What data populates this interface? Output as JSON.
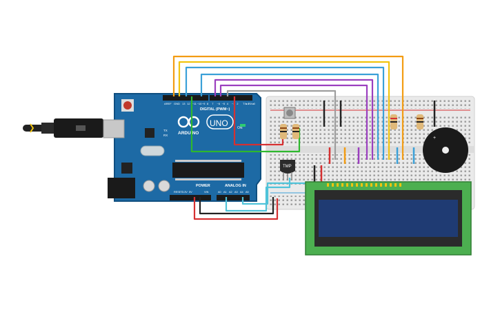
{
  "arduino": {
    "brand": "ARDUINO",
    "model": "UNO",
    "digital_label": "DIGITAL (PWM~)",
    "power_label": "POWER",
    "analog_label": "ANALOG IN",
    "aref": "AREF",
    "gnd": "GND",
    "tx": "TX",
    "rx": "RX",
    "reset_label": "RESET",
    "v33": "3.3V",
    "v5": "5V",
    "vin": "VIN",
    "txd": "TX▸1",
    "rxd": "RX◂0",
    "digital_pins": [
      "13",
      "12",
      "~11",
      "~10",
      "~9",
      "8",
      "7",
      "~6",
      "~5",
      "4",
      "~3",
      "2"
    ],
    "analog_pins": [
      "A0",
      "A1",
      "A2",
      "A3",
      "A4",
      "A5"
    ],
    "on_label": "ON"
  },
  "sensor": {
    "label": "TMP"
  },
  "colors": {
    "board": "#1d6aa5",
    "breadboard": "#eaeaea",
    "lcd_pcb": "#4caf50",
    "lcd_screen": "#1f3b73",
    "wire_orange": "#f39c12",
    "wire_yellow": "#f1c40f",
    "wire_blue": "#3aa0d8",
    "wire_purple": "#9b3fbf",
    "wire_green": "#2eb82e",
    "wire_red": "#d63031",
    "wire_gray": "#9e9e9e",
    "wire_black": "#222222",
    "wire_cyan": "#4fc3d9"
  },
  "icons": [
    "usb-cable-icon",
    "reset-button-icon",
    "buzzer-icon",
    "potentiometer-icon"
  ]
}
